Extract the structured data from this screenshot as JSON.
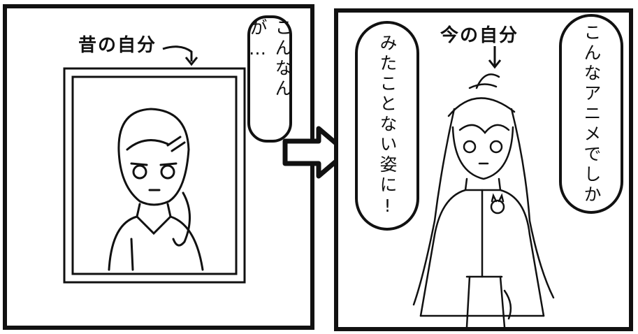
{
  "left_panel": {
    "caption": "昔の自分",
    "bubble": "こんなんが…"
  },
  "right_panel": {
    "caption": "今の自分",
    "bubble_right": "こんなアニメでしか",
    "bubble_left": "みたことない姿に!"
  },
  "colors": {
    "ink": "#111111",
    "paper": "#ffffff"
  },
  "icons": {
    "transition_arrow": "right-arrow-icon",
    "left_caption_arrow": "curved-arrow-icon",
    "right_caption_arrow": "down-arrow-icon"
  }
}
